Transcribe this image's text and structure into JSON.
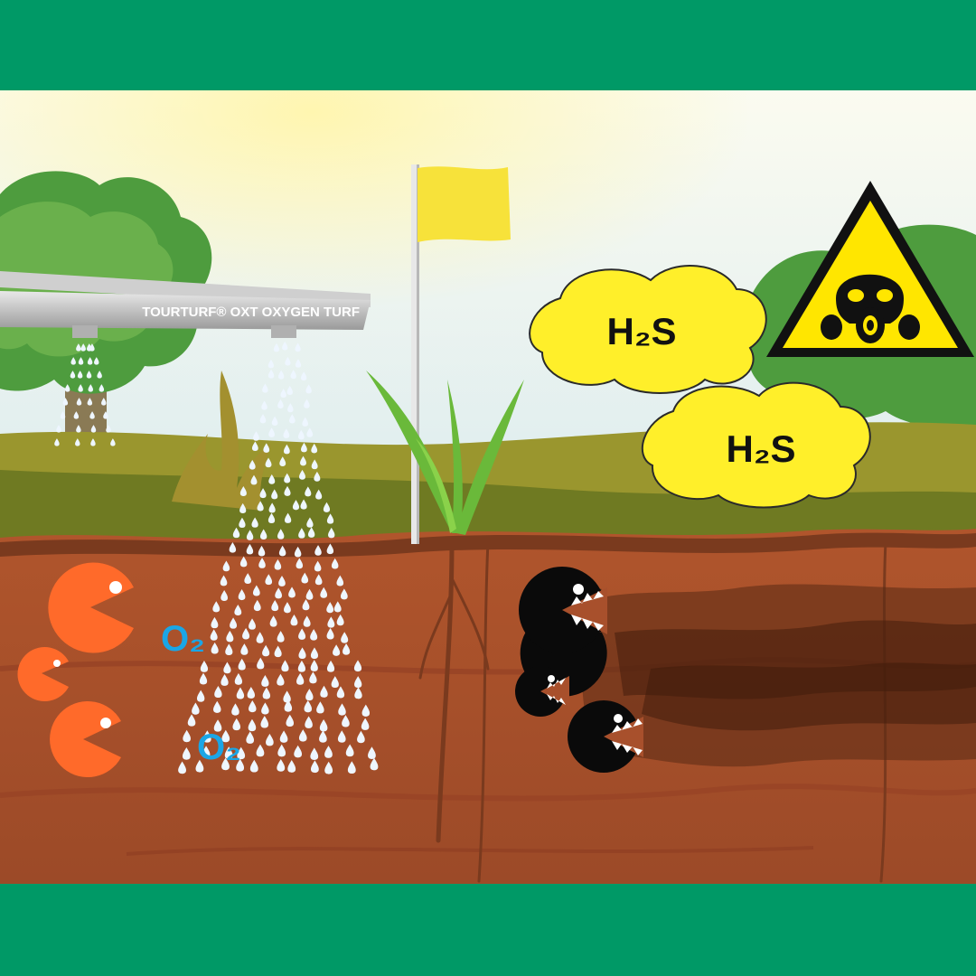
{
  "boom_label": "TOURTURF® OXT OXYGEN TURF",
  "gas_label_top": "H₂S",
  "gas_label_bottom": "H₂S",
  "oxygen_label_top": "O₂",
  "oxygen_label_bottom": "O₂",
  "colors": {
    "frame": "#009966",
    "sky": "#e6f1f2",
    "grass_far": "#9a9a2e",
    "grass_near": "#6f7a22",
    "soil": "#a8502c",
    "soil_dark": "#5a2a14",
    "aerobic_microbe": "#ff6a2a",
    "anaerobic_microbe": "#0a0a0a",
    "gas_cloud": "#ffef2a",
    "hazard_sign": "#ffe600",
    "water_drop": "#e8f4ff",
    "oxygen_text": "#1aa6e6",
    "flag": "#f7e23a"
  },
  "icons": [
    "tree-icon",
    "flag-icon",
    "grass-sprout-icon",
    "gas-cloud-icon",
    "hazard-gas-mask-icon",
    "aerobic-microbe-icon",
    "anaerobic-microbe-icon",
    "water-drop-icon",
    "spray-boom-icon"
  ]
}
